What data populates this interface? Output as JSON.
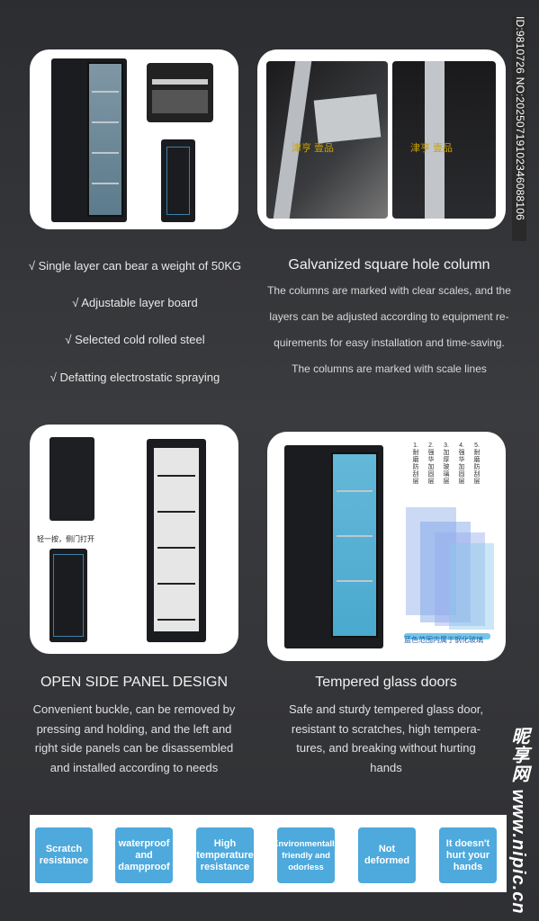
{
  "watermark_id": "ID:9810726 NO:20250719102346088106",
  "site_watermark": "昵享网 www.nipic.cn",
  "features_left": [
    "√ Single layer can bear a weight of 50KG",
    "√ Adjustable layer board",
    "√ Selected cold rolled steel",
    "√ Defatting electrostatic spraying"
  ],
  "column": {
    "title": "Galvanized square hole column",
    "lines": [
      "The columns are marked with clear scales, and the",
      "layers can be adjusted according to equipment re-",
      "quirements for easy installation and time-saving.",
      "The columns are marked with scale lines"
    ]
  },
  "side_panel": {
    "title": "OPEN SIDE PANEL DESIGN",
    "lines": [
      "Convenient buckle, can be removed by",
      "pressing and holding, and the left and",
      "right side panels can be disassembled",
      "and installed according to needs"
    ],
    "photo_caption": "轻一按，侧门打开"
  },
  "glass": {
    "title": "Tempered glass doors",
    "lines": [
      "Safe and sturdy tempered glass door,",
      "resistant to scratches, high tempera-",
      "tures, and breaking without hurting",
      "hands"
    ],
    "layer_labels": [
      "1. 耐磨防刮层",
      "2. 强华加固层",
      "3. 加厚玻璃层",
      "4. 强华加固层",
      "5. 耐磨防刮层"
    ],
    "caption": "蓝色范围内属于钢化玻璃"
  },
  "logo_text": "津亨 壹品",
  "badges": [
    "Scratch resistance",
    "waterproof and dampproof",
    "High temperature resistance",
    "Environmentally friendly and odorless",
    "Not deformed",
    "It doesn't hurt your hands"
  ],
  "colors": {
    "badge_blue": "#4ea9dc",
    "bg_dark": "#2f3033",
    "logo_red": "#d62020",
    "logo_gold": "#c9a200"
  }
}
